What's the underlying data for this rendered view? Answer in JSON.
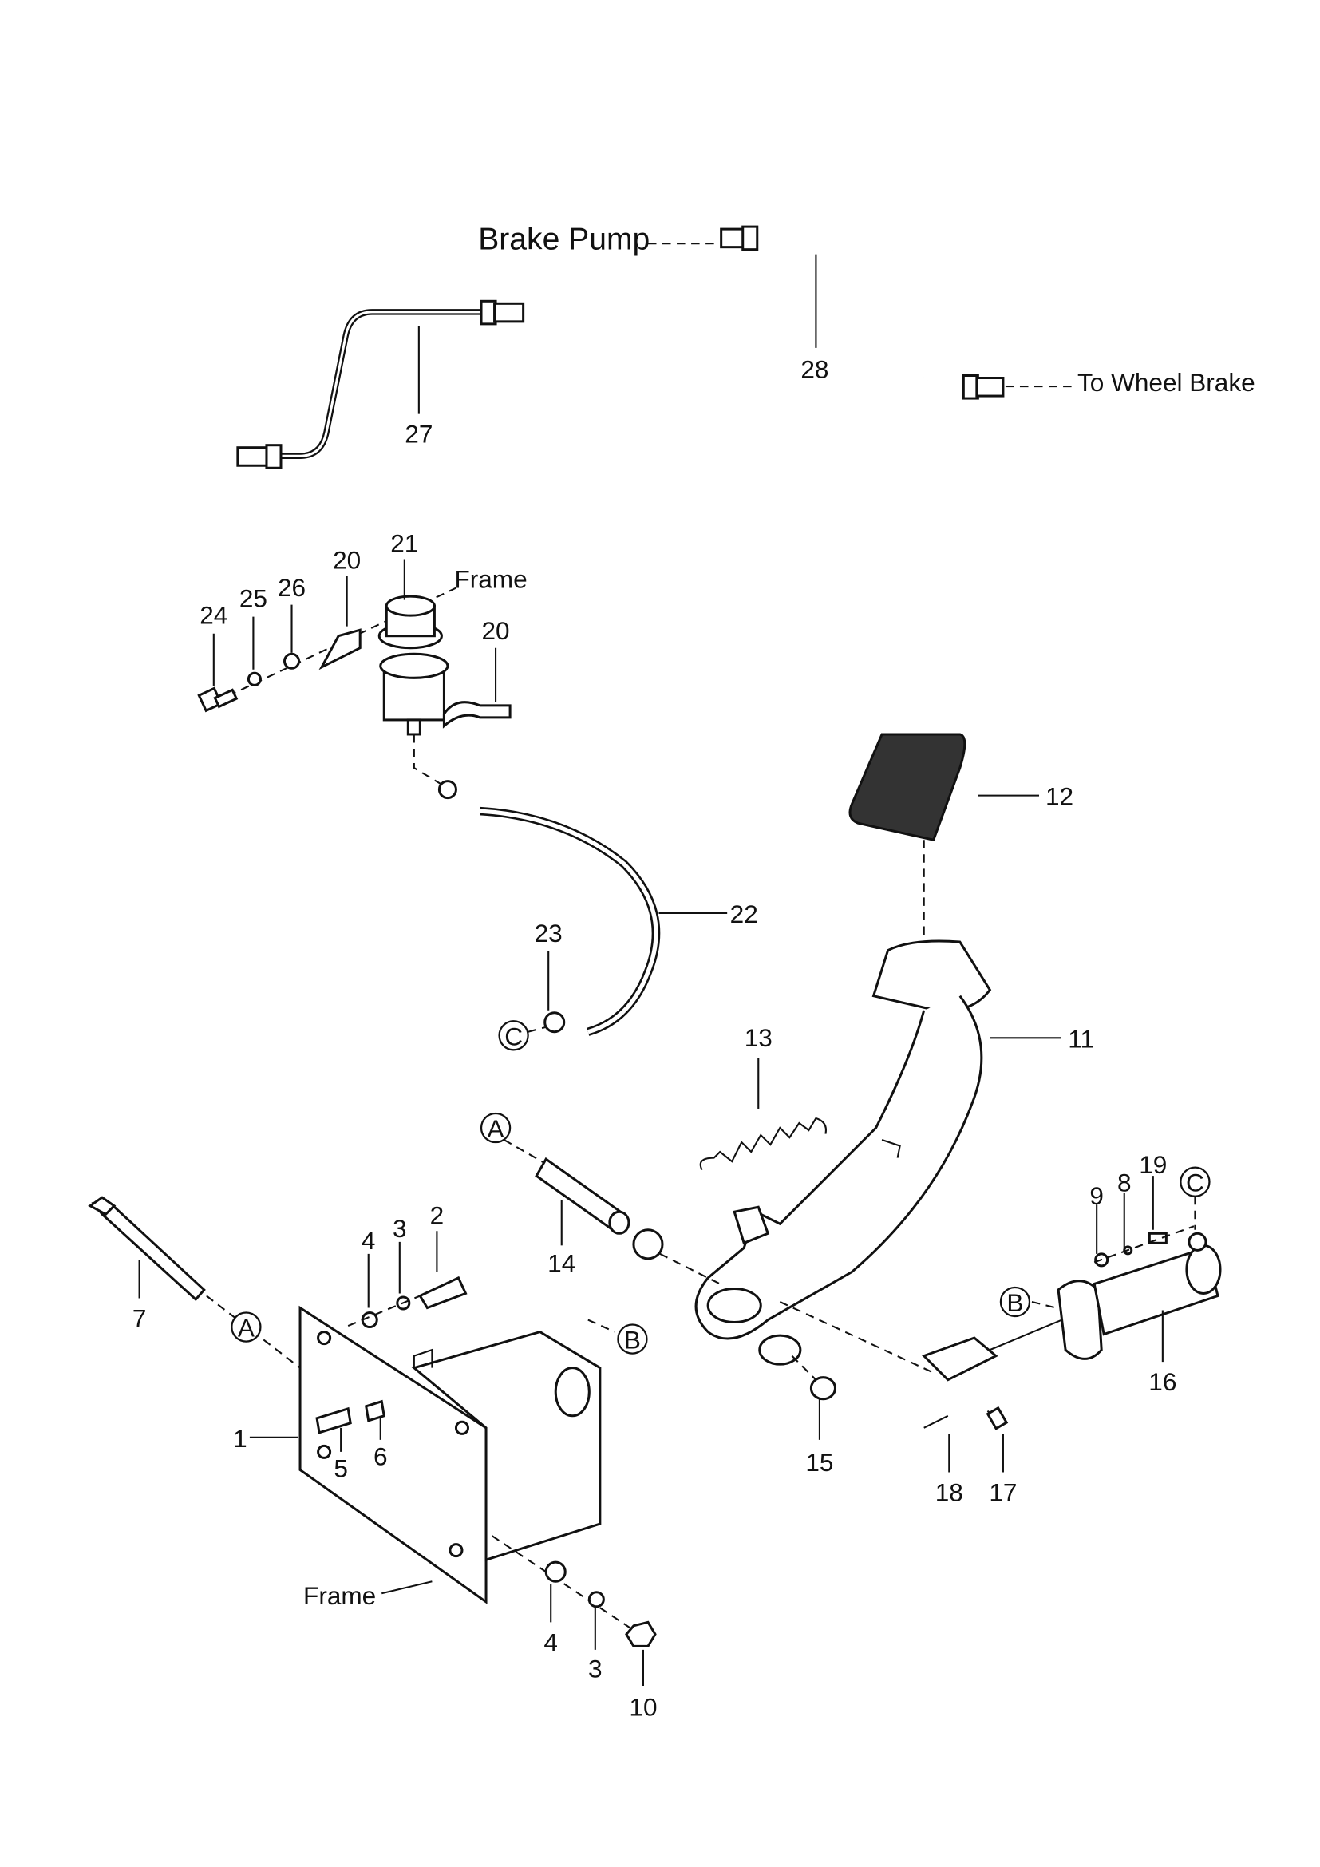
{
  "callouts": {
    "brake_pump": "Brake Pump",
    "to_wheel_brake": "To Wheel Brake",
    "frame_top": "Frame",
    "frame_bottom": "Frame"
  },
  "parts": {
    "p1": "1",
    "p2": "2",
    "p3a": "3",
    "p3b": "3",
    "p4a": "4",
    "p4b": "4",
    "p5": "5",
    "p6": "6",
    "p7": "7",
    "p8": "8",
    "p9": "9",
    "p10": "10",
    "p11": "11",
    "p12": "12",
    "p13": "13",
    "p14": "14",
    "p15": "15",
    "p16": "16",
    "p17": "17",
    "p18": "18",
    "p19": "19",
    "p20a": "20",
    "p20b": "20",
    "p21": "21",
    "p22": "22",
    "p23": "23",
    "p24": "24",
    "p25": "25",
    "p26": "26",
    "p27": "27",
    "p28": "28"
  },
  "connectors": {
    "a1": "A",
    "a2": "A",
    "b1": "B",
    "b2": "B",
    "c1": "C",
    "c2": "C"
  }
}
